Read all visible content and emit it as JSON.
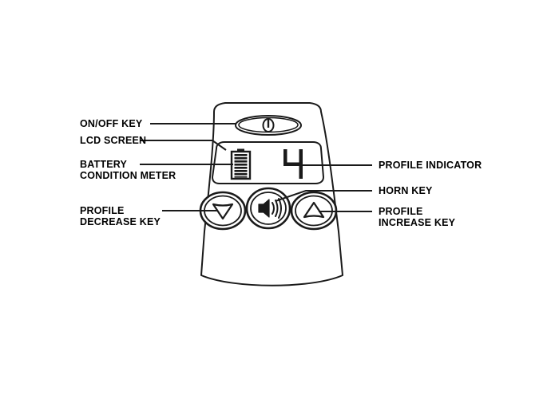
{
  "diagram": {
    "title": "Wheelchair Controller Keypad Diagram",
    "background_color": "#ffffff",
    "line_color": "#1a1a1a",
    "device": {
      "name": "controller-body",
      "lcd": {
        "battery_icon": "battery-condition-meter-icon",
        "battery_segments": 8,
        "profile_value": "4"
      },
      "power_key": {
        "icon": "power-symbol-icon"
      },
      "keys": [
        {
          "name": "profile-decrease-key",
          "icon": "triangle-down-icon"
        },
        {
          "name": "horn-key",
          "icon": "speaker-horn-icon"
        },
        {
          "name": "profile-increase-key",
          "icon": "triangle-up-icon"
        }
      ]
    },
    "callouts": {
      "on_off_key": "ON/OFF KEY",
      "lcd_screen": "LCD SCREEN",
      "battery_condition_meter_line1": "BATTERY",
      "battery_condition_meter_line2": "CONDITION METER",
      "profile_decrease_key_line1": "PROFILE",
      "profile_decrease_key_line2": "DECREASE KEY",
      "profile_indicator": "PROFILE INDICATOR",
      "horn_key": "HORN KEY",
      "profile_increase_key_line1": "PROFILE",
      "profile_increase_key_line2": "INCREASE KEY"
    }
  }
}
